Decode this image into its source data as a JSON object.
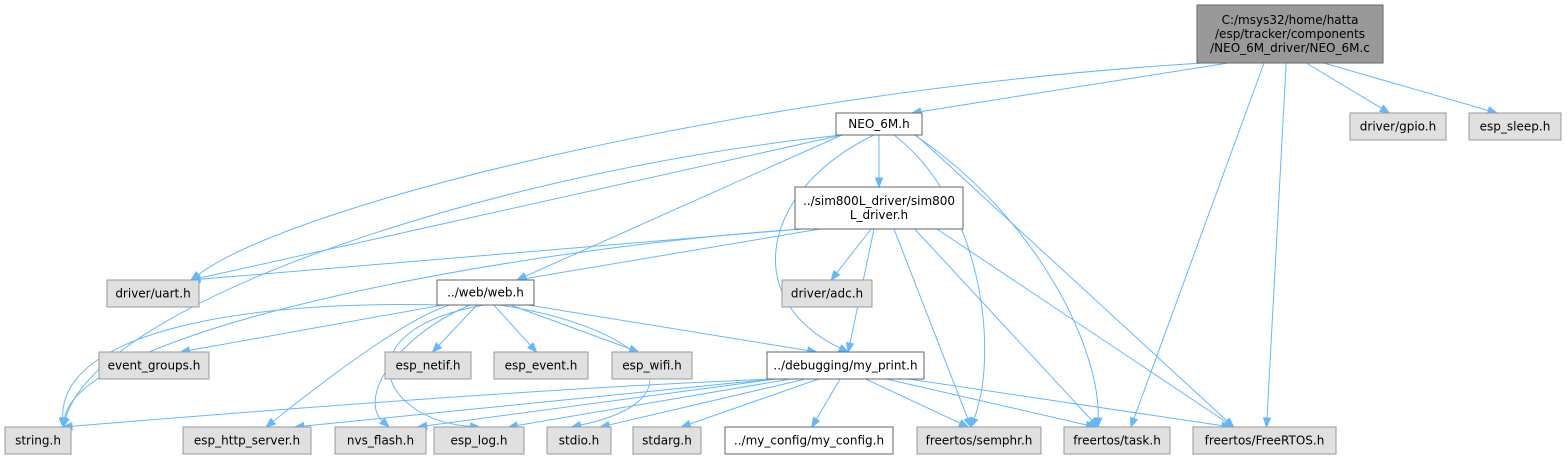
{
  "colors": {
    "edge": "#63b8ff",
    "root_fill": "#999999",
    "root_stroke": "#666666",
    "doc_fill": "#ffffff",
    "doc_stroke": "#666666",
    "sys_fill": "#e0e0e0",
    "sys_stroke": "#999999"
  },
  "nodes": [
    {
      "id": "root",
      "kind": "root",
      "lines": [
        "C:/msys32/home/hatta",
        "/esp/tracker/components",
        "/NEO_6M_driver/NEO_6M.c"
      ]
    },
    {
      "id": "neo6m_h",
      "kind": "doc",
      "lines": [
        "NEO_6M.h"
      ]
    },
    {
      "id": "gpio_h",
      "kind": "sys",
      "lines": [
        "driver/gpio.h"
      ]
    },
    {
      "id": "esp_sleep_h",
      "kind": "sys",
      "lines": [
        "esp_sleep.h"
      ]
    },
    {
      "id": "sim800l_h",
      "kind": "doc",
      "lines": [
        "../sim800L_driver/sim800",
        "L_driver.h"
      ]
    },
    {
      "id": "uart_h",
      "kind": "sys",
      "lines": [
        "driver/uart.h"
      ]
    },
    {
      "id": "adc_h",
      "kind": "sys",
      "lines": [
        "driver/adc.h"
      ]
    },
    {
      "id": "web_h",
      "kind": "doc",
      "lines": [
        "../web/web.h"
      ]
    },
    {
      "id": "event_groups_h",
      "kind": "sys",
      "lines": [
        "event_groups.h"
      ]
    },
    {
      "id": "esp_netif_h",
      "kind": "sys",
      "lines": [
        "esp_netif.h"
      ]
    },
    {
      "id": "esp_event_h",
      "kind": "sys",
      "lines": [
        "esp_event.h"
      ]
    },
    {
      "id": "esp_wifi_h",
      "kind": "sys",
      "lines": [
        "esp_wifi.h"
      ]
    },
    {
      "id": "my_print_h",
      "kind": "doc",
      "lines": [
        "../debugging/my_print.h"
      ]
    },
    {
      "id": "string_h",
      "kind": "sys",
      "lines": [
        "string.h"
      ]
    },
    {
      "id": "esp_http_server_h",
      "kind": "sys",
      "lines": [
        "esp_http_server.h"
      ]
    },
    {
      "id": "nvs_flash_h",
      "kind": "sys",
      "lines": [
        "nvs_flash.h"
      ]
    },
    {
      "id": "esp_log_h",
      "kind": "sys",
      "lines": [
        "esp_log.h"
      ]
    },
    {
      "id": "stdio_h",
      "kind": "sys",
      "lines": [
        "stdio.h"
      ]
    },
    {
      "id": "stdarg_h",
      "kind": "sys",
      "lines": [
        "stdarg.h"
      ]
    },
    {
      "id": "my_config_h",
      "kind": "doc",
      "lines": [
        "../my_config/my_config.h"
      ]
    },
    {
      "id": "semphr_h",
      "kind": "sys",
      "lines": [
        "freertos/semphr.h"
      ]
    },
    {
      "id": "task_h",
      "kind": "sys",
      "lines": [
        "freertos/task.h"
      ]
    },
    {
      "id": "freertos_h",
      "kind": "sys",
      "lines": [
        "freertos/FreeRTOS.h"
      ]
    }
  ],
  "edges": [
    [
      "root",
      "neo6m_h"
    ],
    [
      "root",
      "gpio_h"
    ],
    [
      "root",
      "esp_sleep_h"
    ],
    [
      "root",
      "uart_h"
    ],
    [
      "root",
      "task_h"
    ],
    [
      "root",
      "freertos_h"
    ],
    [
      "neo6m_h",
      "sim800l_h"
    ],
    [
      "neo6m_h",
      "uart_h"
    ],
    [
      "neo6m_h",
      "string_h"
    ],
    [
      "neo6m_h",
      "web_h"
    ],
    [
      "neo6m_h",
      "my_print_h"
    ],
    [
      "neo6m_h",
      "semphr_h"
    ],
    [
      "neo6m_h",
      "task_h"
    ],
    [
      "neo6m_h",
      "freertos_h"
    ],
    [
      "sim800l_h",
      "uart_h"
    ],
    [
      "sim800l_h",
      "adc_h"
    ],
    [
      "sim800l_h",
      "web_h"
    ],
    [
      "sim800l_h",
      "string_h"
    ],
    [
      "sim800l_h",
      "my_print_h"
    ],
    [
      "sim800l_h",
      "semphr_h"
    ],
    [
      "sim800l_h",
      "task_h"
    ],
    [
      "sim800l_h",
      "freertos_h"
    ],
    [
      "web_h",
      "event_groups_h"
    ],
    [
      "web_h",
      "esp_netif_h"
    ],
    [
      "web_h",
      "esp_event_h"
    ],
    [
      "web_h",
      "esp_wifi_h"
    ],
    [
      "web_h",
      "my_print_h"
    ],
    [
      "web_h",
      "string_h"
    ],
    [
      "web_h",
      "esp_http_server_h"
    ],
    [
      "web_h",
      "nvs_flash_h"
    ],
    [
      "web_h",
      "esp_log_h"
    ],
    [
      "web_h",
      "stdio_h"
    ],
    [
      "my_print_h",
      "string_h"
    ],
    [
      "my_print_h",
      "esp_http_server_h"
    ],
    [
      "my_print_h",
      "nvs_flash_h"
    ],
    [
      "my_print_h",
      "esp_log_h"
    ],
    [
      "my_print_h",
      "stdio_h"
    ],
    [
      "my_print_h",
      "stdarg_h"
    ],
    [
      "my_print_h",
      "my_config_h"
    ],
    [
      "my_print_h",
      "semphr_h"
    ],
    [
      "my_print_h",
      "task_h"
    ],
    [
      "my_print_h",
      "freertos_h"
    ]
  ]
}
